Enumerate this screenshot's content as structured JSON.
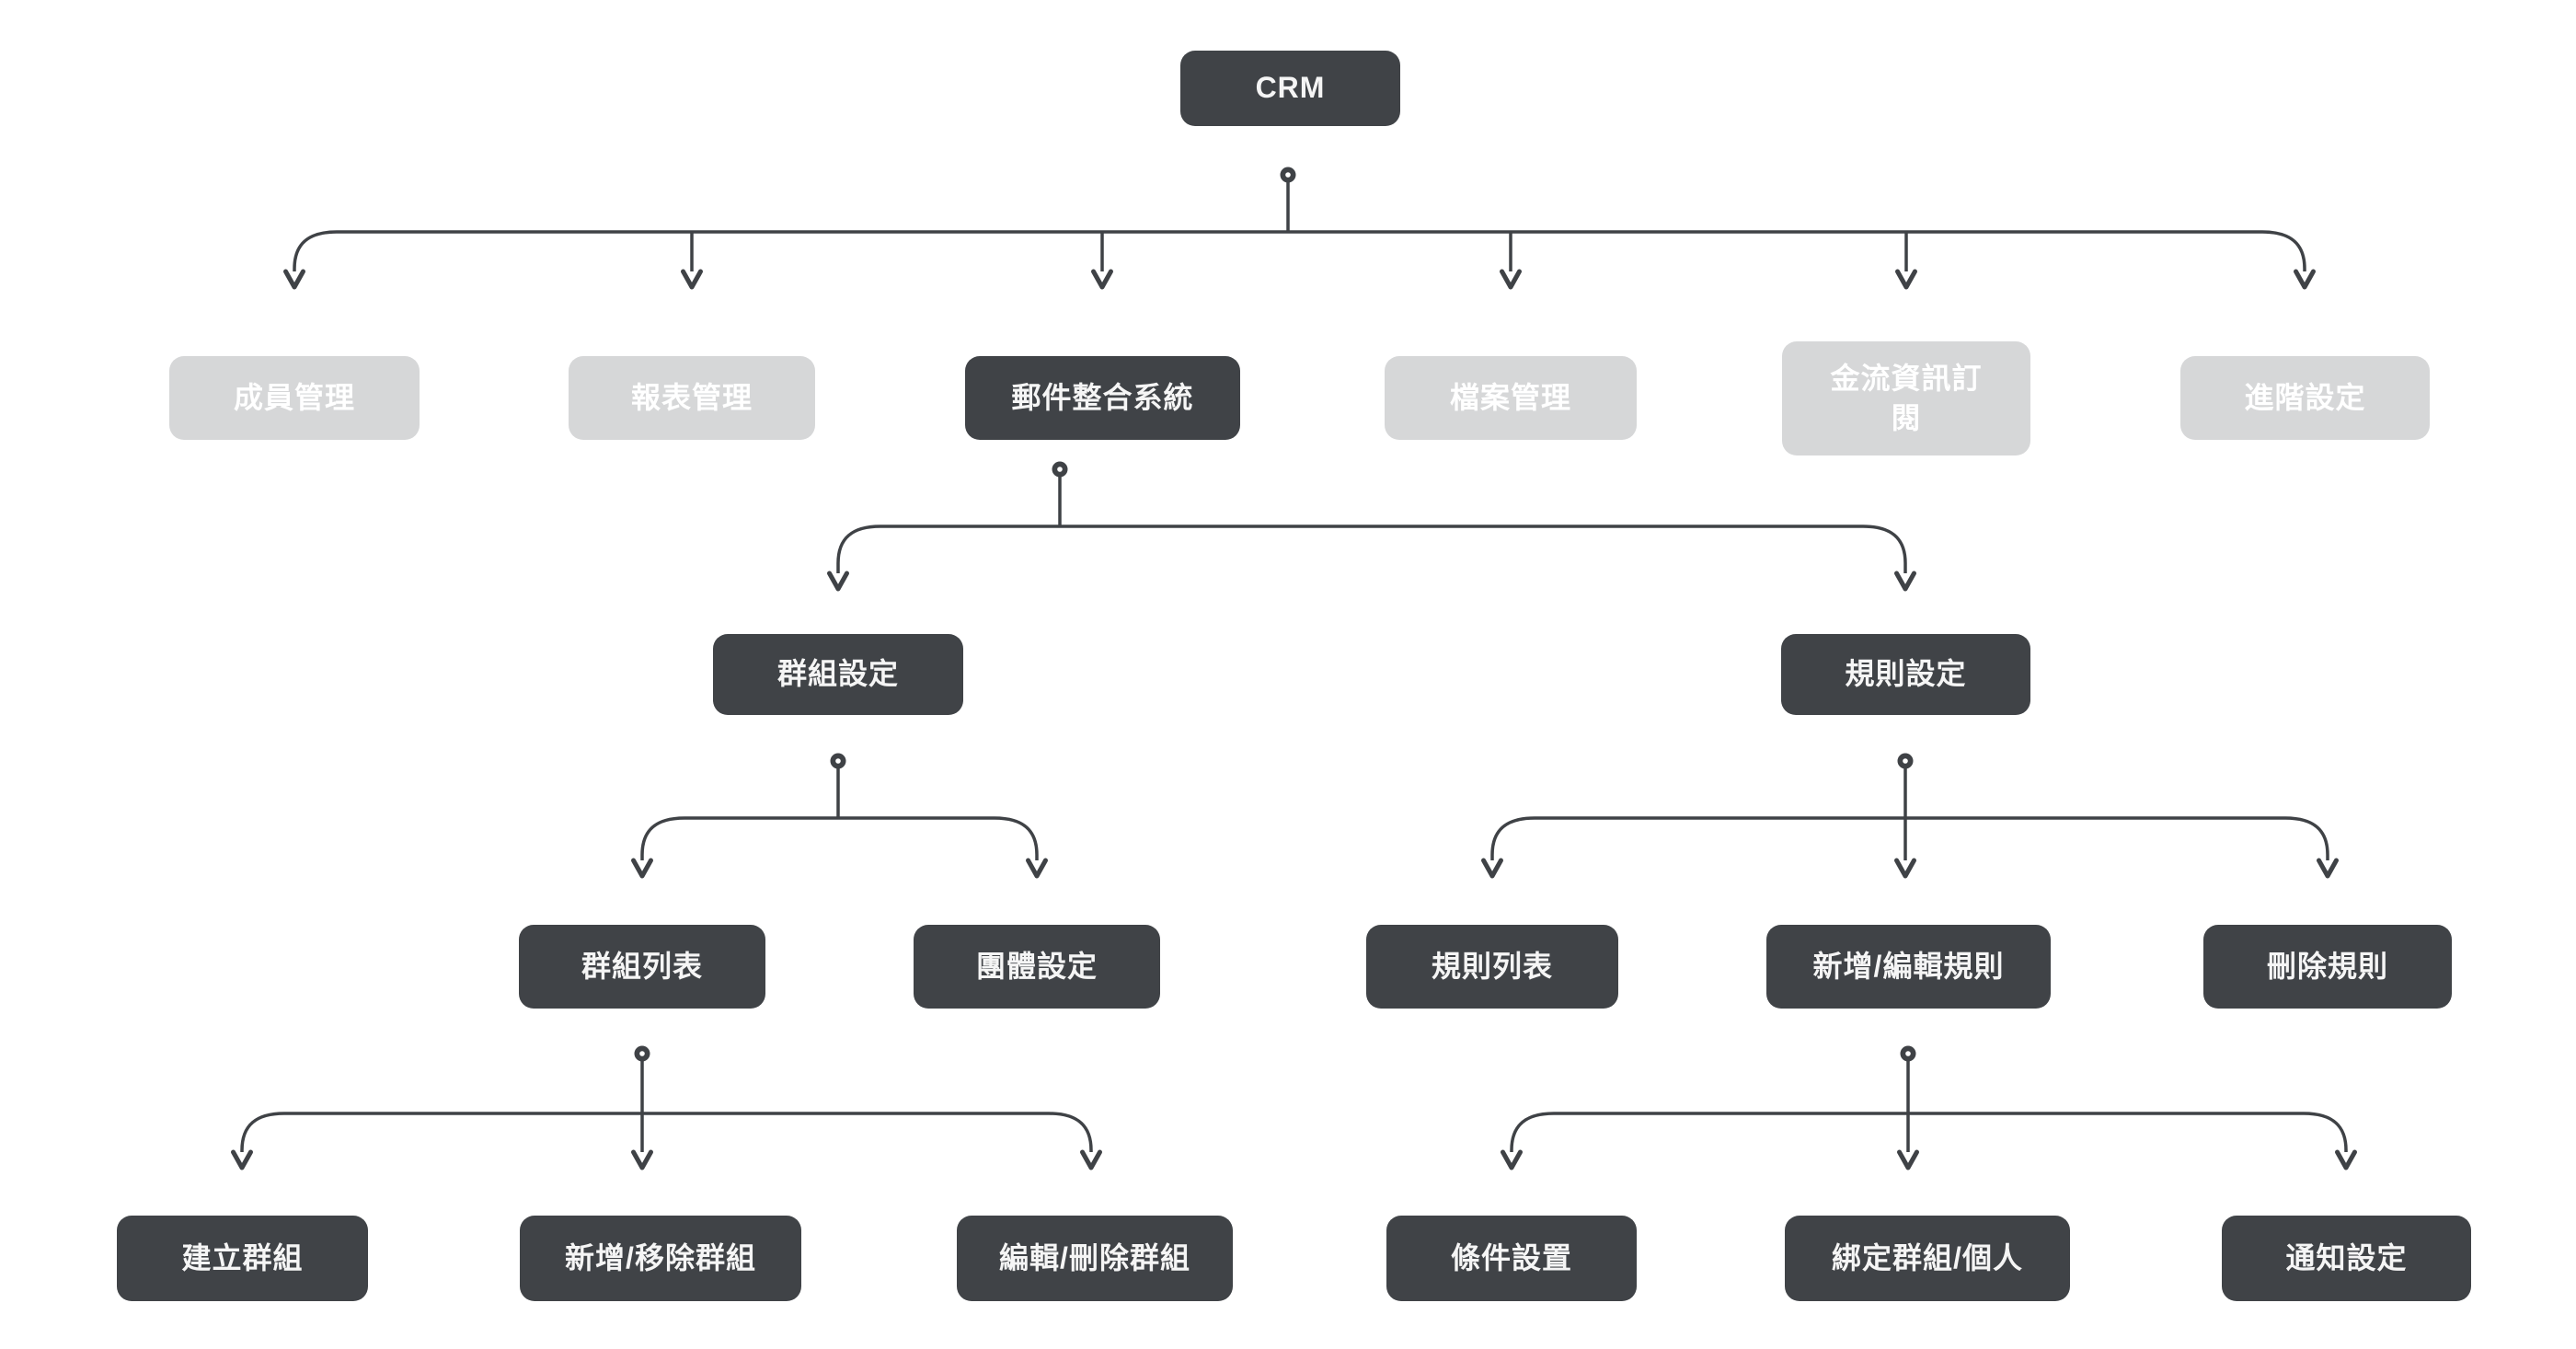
{
  "diagram": {
    "kind": "flowchart-tree",
    "root_label": "CRM"
  },
  "colors": {
    "background": "#ffffff",
    "node_dark_fill": "#404347",
    "node_dark_text": "#f5f5f5",
    "node_light_fill": "#d6d7d8",
    "node_light_text": "#ffffff",
    "connector": "#3f4246"
  },
  "nodes": [
    {
      "id": "crm",
      "label": "CRM",
      "variant": "dark"
    },
    {
      "id": "member-management",
      "label": "成員管理",
      "variant": "light"
    },
    {
      "id": "report-management",
      "label": "報表管理",
      "variant": "light"
    },
    {
      "id": "mail-integration-system",
      "label": "郵件整合系統",
      "variant": "dark"
    },
    {
      "id": "file-management",
      "label": "檔案管理",
      "variant": "light"
    },
    {
      "id": "payment-info-subscription",
      "label": "金流資訊訂\n閱",
      "variant": "light"
    },
    {
      "id": "advanced-settings",
      "label": "進階設定",
      "variant": "light"
    },
    {
      "id": "group-settings",
      "label": "群組設定",
      "variant": "dark"
    },
    {
      "id": "rule-settings",
      "label": "規則設定",
      "variant": "dark"
    },
    {
      "id": "group-list",
      "label": "群組列表",
      "variant": "dark"
    },
    {
      "id": "team-settings",
      "label": "團體設定",
      "variant": "dark"
    },
    {
      "id": "rule-list",
      "label": "規則列表",
      "variant": "dark"
    },
    {
      "id": "add-edit-rule",
      "label": "新增/編輯規則",
      "variant": "dark"
    },
    {
      "id": "delete-rule",
      "label": "刪除規則",
      "variant": "dark"
    },
    {
      "id": "create-group",
      "label": "建立群組",
      "variant": "dark"
    },
    {
      "id": "add-remove-group",
      "label": "新增/移除群組",
      "variant": "dark"
    },
    {
      "id": "edit-delete-group",
      "label": "編輯/刪除群組",
      "variant": "dark"
    },
    {
      "id": "condition-setting",
      "label": "條件設置",
      "variant": "dark"
    },
    {
      "id": "bind-group-individual",
      "label": "綁定群組/個人",
      "variant": "dark"
    },
    {
      "id": "notification-settings",
      "label": "通知設定",
      "variant": "dark"
    }
  ],
  "edges": [
    {
      "from": "crm",
      "to": "member-management"
    },
    {
      "from": "crm",
      "to": "report-management"
    },
    {
      "from": "crm",
      "to": "mail-integration-system"
    },
    {
      "from": "crm",
      "to": "file-management"
    },
    {
      "from": "crm",
      "to": "payment-info-subscription"
    },
    {
      "from": "crm",
      "to": "advanced-settings"
    },
    {
      "from": "mail-integration-system",
      "to": "group-settings"
    },
    {
      "from": "mail-integration-system",
      "to": "rule-settings"
    },
    {
      "from": "group-settings",
      "to": "group-list"
    },
    {
      "from": "group-settings",
      "to": "team-settings"
    },
    {
      "from": "rule-settings",
      "to": "rule-list"
    },
    {
      "from": "rule-settings",
      "to": "add-edit-rule"
    },
    {
      "from": "rule-settings",
      "to": "delete-rule"
    },
    {
      "from": "group-list",
      "to": "create-group"
    },
    {
      "from": "group-list",
      "to": "add-remove-group"
    },
    {
      "from": "group-list",
      "to": "edit-delete-group"
    },
    {
      "from": "add-edit-rule",
      "to": "condition-setting"
    },
    {
      "from": "add-edit-rule",
      "to": "bind-group-individual"
    },
    {
      "from": "add-edit-rule",
      "to": "notification-settings"
    }
  ]
}
